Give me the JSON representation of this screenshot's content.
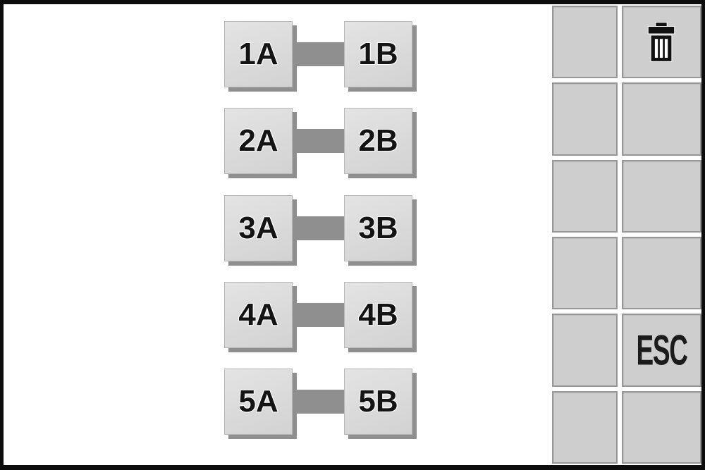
{
  "colors": {
    "frame": "#0d0d0d",
    "background": "#ffffff",
    "button_face": "#dcdcdc",
    "button_shadow": "#8f8f8f",
    "connector": "#8f8f8f",
    "sidebar_cell": "#cecece",
    "sidebar_cell_border": "#979797",
    "icon": "#111111"
  },
  "pairs": [
    {
      "left": "1A",
      "right": "1B"
    },
    {
      "left": "2A",
      "right": "2B"
    },
    {
      "left": "3A",
      "right": "3B"
    },
    {
      "left": "4A",
      "right": "4B"
    },
    {
      "left": "5A",
      "right": "5B"
    }
  ],
  "sidebar": {
    "rows": 6,
    "columns": 2,
    "trash_icon": "trash-icon",
    "esc_label": "ESC"
  }
}
